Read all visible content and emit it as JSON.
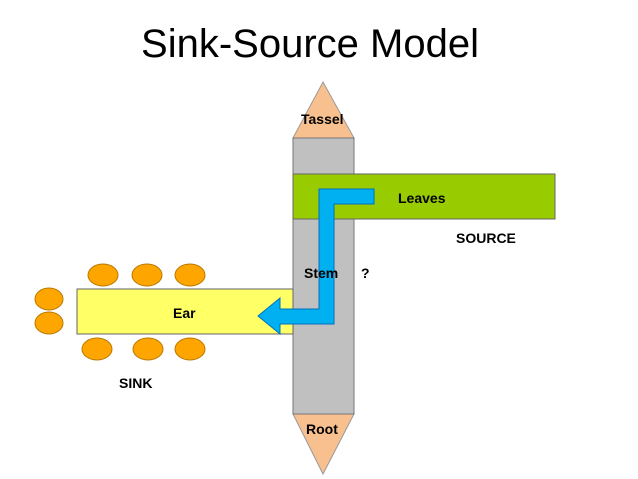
{
  "title": "Sink-Source Model",
  "labels": {
    "tassel": "Tassel",
    "leaves": "Leaves",
    "source": "SOURCE",
    "stem": "Stem",
    "question": "?",
    "ear": "Ear",
    "sink": "SINK",
    "root": "Root"
  },
  "colors": {
    "stem": "#c0c0c0",
    "tassel_root": "#f9c08f",
    "leaves": "#99cc00",
    "ear": "#ffff66",
    "kernels": "#ffa500",
    "arrow": "#00b0f0"
  }
}
